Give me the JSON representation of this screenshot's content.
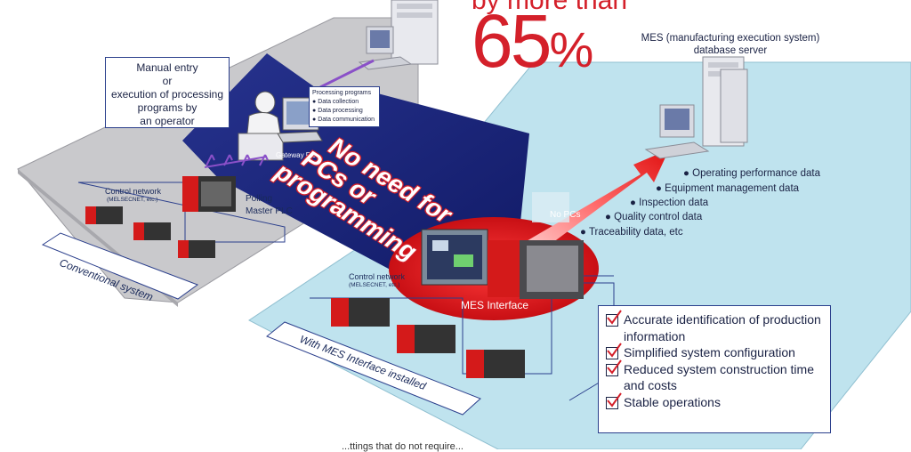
{
  "headline": {
    "top_text": "by more than",
    "big_number": "65",
    "percent_sign": "%"
  },
  "server_label": "MES (manufacturing execution system) database server",
  "callout": {
    "lines": [
      "Manual entry",
      "or",
      "execution of processing",
      "programs by",
      "an operator"
    ]
  },
  "processing_box": {
    "title": "Processing programs",
    "items": [
      "Data collection",
      "Data processing",
      "Data communication"
    ]
  },
  "gateway_label": "Gateway PC",
  "conventional": {
    "control_network": "Control network",
    "control_network_sub": "(MELSECNET, etc.)",
    "polling": "Polling",
    "master_plc": "Master PLC",
    "system_label": "Conventional system"
  },
  "arrow_text": {
    "line1": "No need for",
    "line2": "PCs or",
    "line3": "programming"
  },
  "no_pcs": "No PCs",
  "data_items": [
    "Operating performance data",
    "Equipment management data",
    "Inspection data",
    "Quality control data",
    "Traceability data, etc"
  ],
  "mes": {
    "control_network": "Control network",
    "control_network_sub": "(MELSECNET, etc.)",
    "interface_label": "MES Interface",
    "system_label": "With MES Interface installed"
  },
  "benefits": [
    "Accurate identification of production information",
    "Simplified system configuration",
    "Reduced system construction time and costs",
    "Stable operations"
  ],
  "bottom_text": "...ttings that do not require...",
  "colors": {
    "red": "#d4202a",
    "navy": "#1e2a8a",
    "panel_gray": "#c9c9cc",
    "panel_blue": "#bfe3ee"
  }
}
